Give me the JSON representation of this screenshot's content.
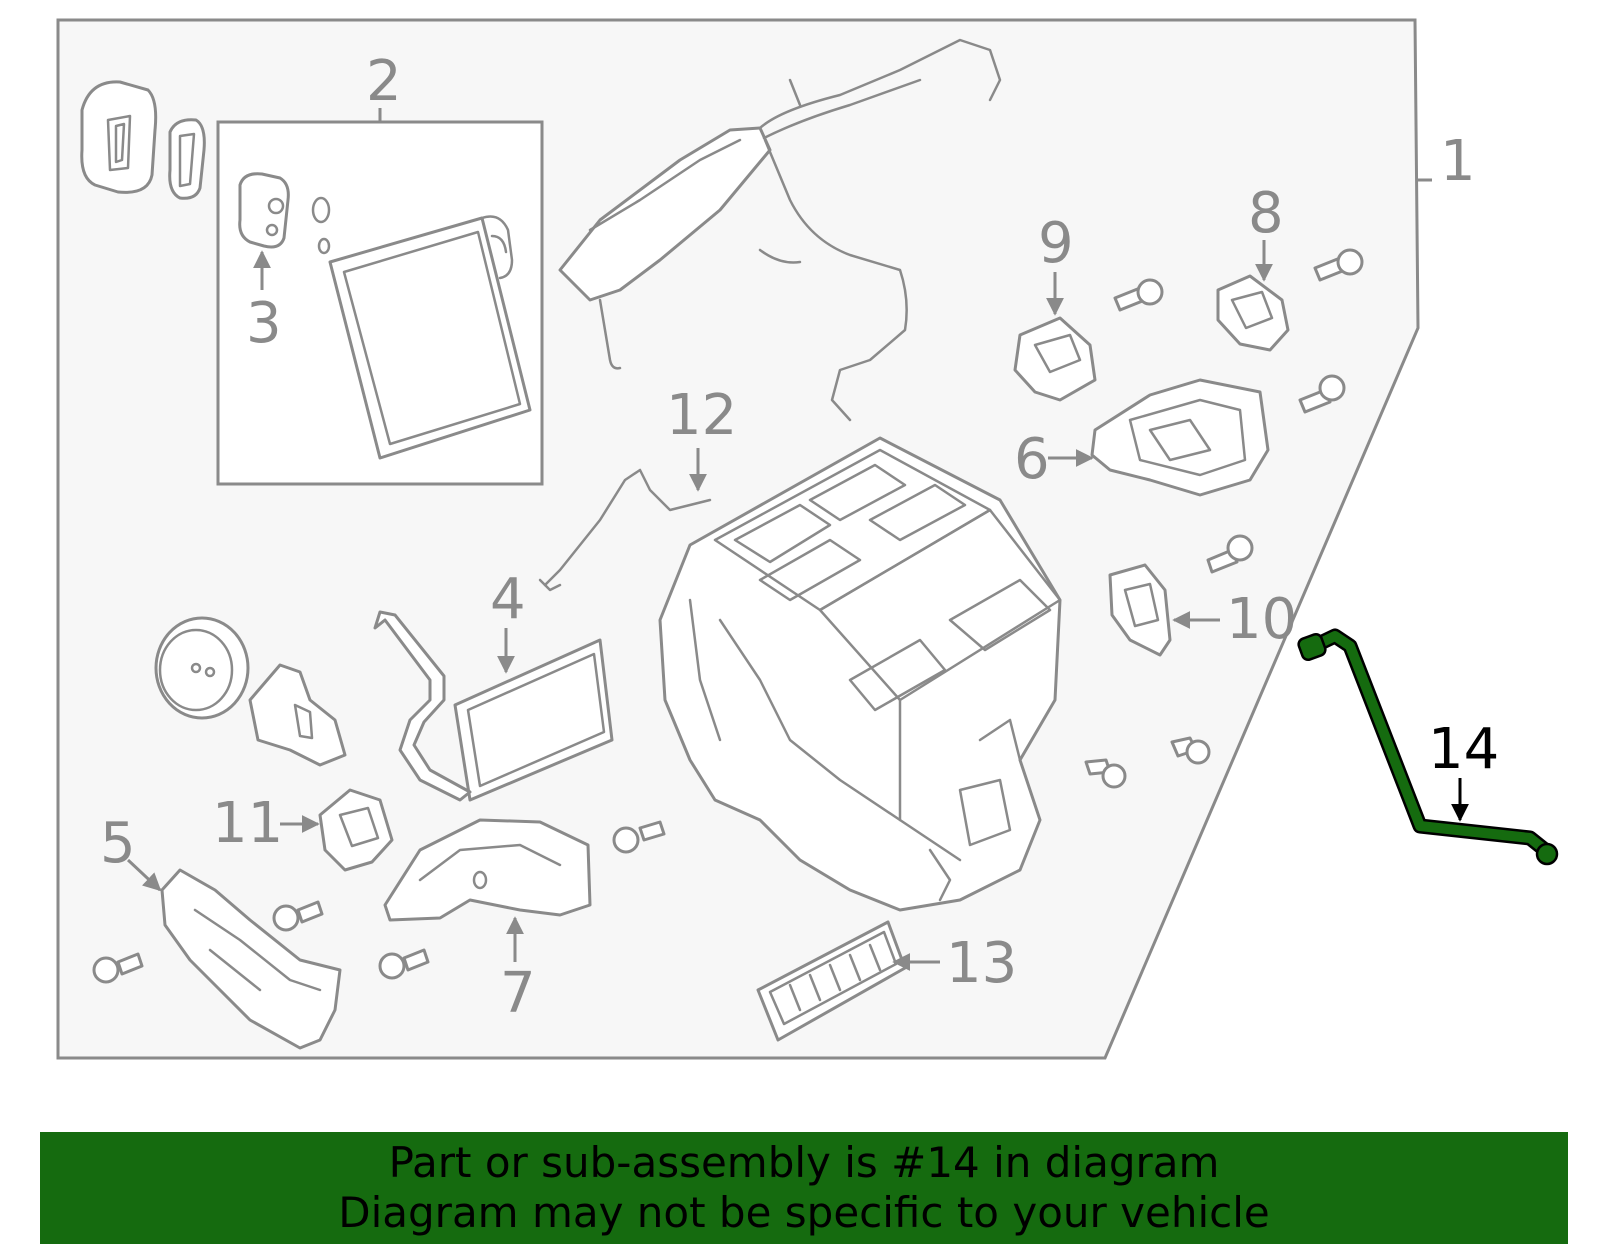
{
  "colors": {
    "highlight": "#156b0f",
    "outline": "#8a8a8a",
    "panel": "#f7f7f7"
  },
  "callouts": {
    "c1": "1",
    "c2": "2",
    "c3": "3",
    "c4": "4",
    "c5": "5",
    "c6": "6",
    "c7": "7",
    "c8": "8",
    "c9": "9",
    "c10": "10",
    "c11": "11",
    "c12": "12",
    "c13": "13",
    "c14": "14"
  },
  "highlighted_part": "14",
  "banner": {
    "line1": "Part or sub-assembly is #14 in diagram",
    "line2": "Diagram may not be specific to your vehicle"
  }
}
